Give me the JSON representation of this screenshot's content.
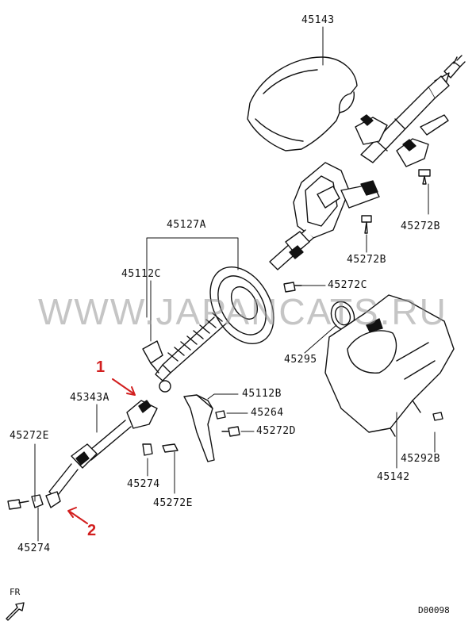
{
  "watermark": "WWW.JAPANCATS.RU",
  "diagram_code": "D00098",
  "direction_label": "FR",
  "callouts": {
    "one": "1",
    "two": "2"
  },
  "labels": {
    "p45143": "45143",
    "p45272B_a": "45272B",
    "p45127A": "45127A",
    "p45272B_b": "45272B",
    "p45112C": "45112C",
    "p45272C": "45272C",
    "p45295": "45295",
    "p45343A": "45343A",
    "p45112B": "45112B",
    "p45264": "45264",
    "p45272E_a": "45272E",
    "p45272D": "45272D",
    "p45292B": "45292B",
    "p45274_a": "45274",
    "p45142": "45142",
    "p45272E_b": "45272E",
    "p45274_b": "45274"
  }
}
